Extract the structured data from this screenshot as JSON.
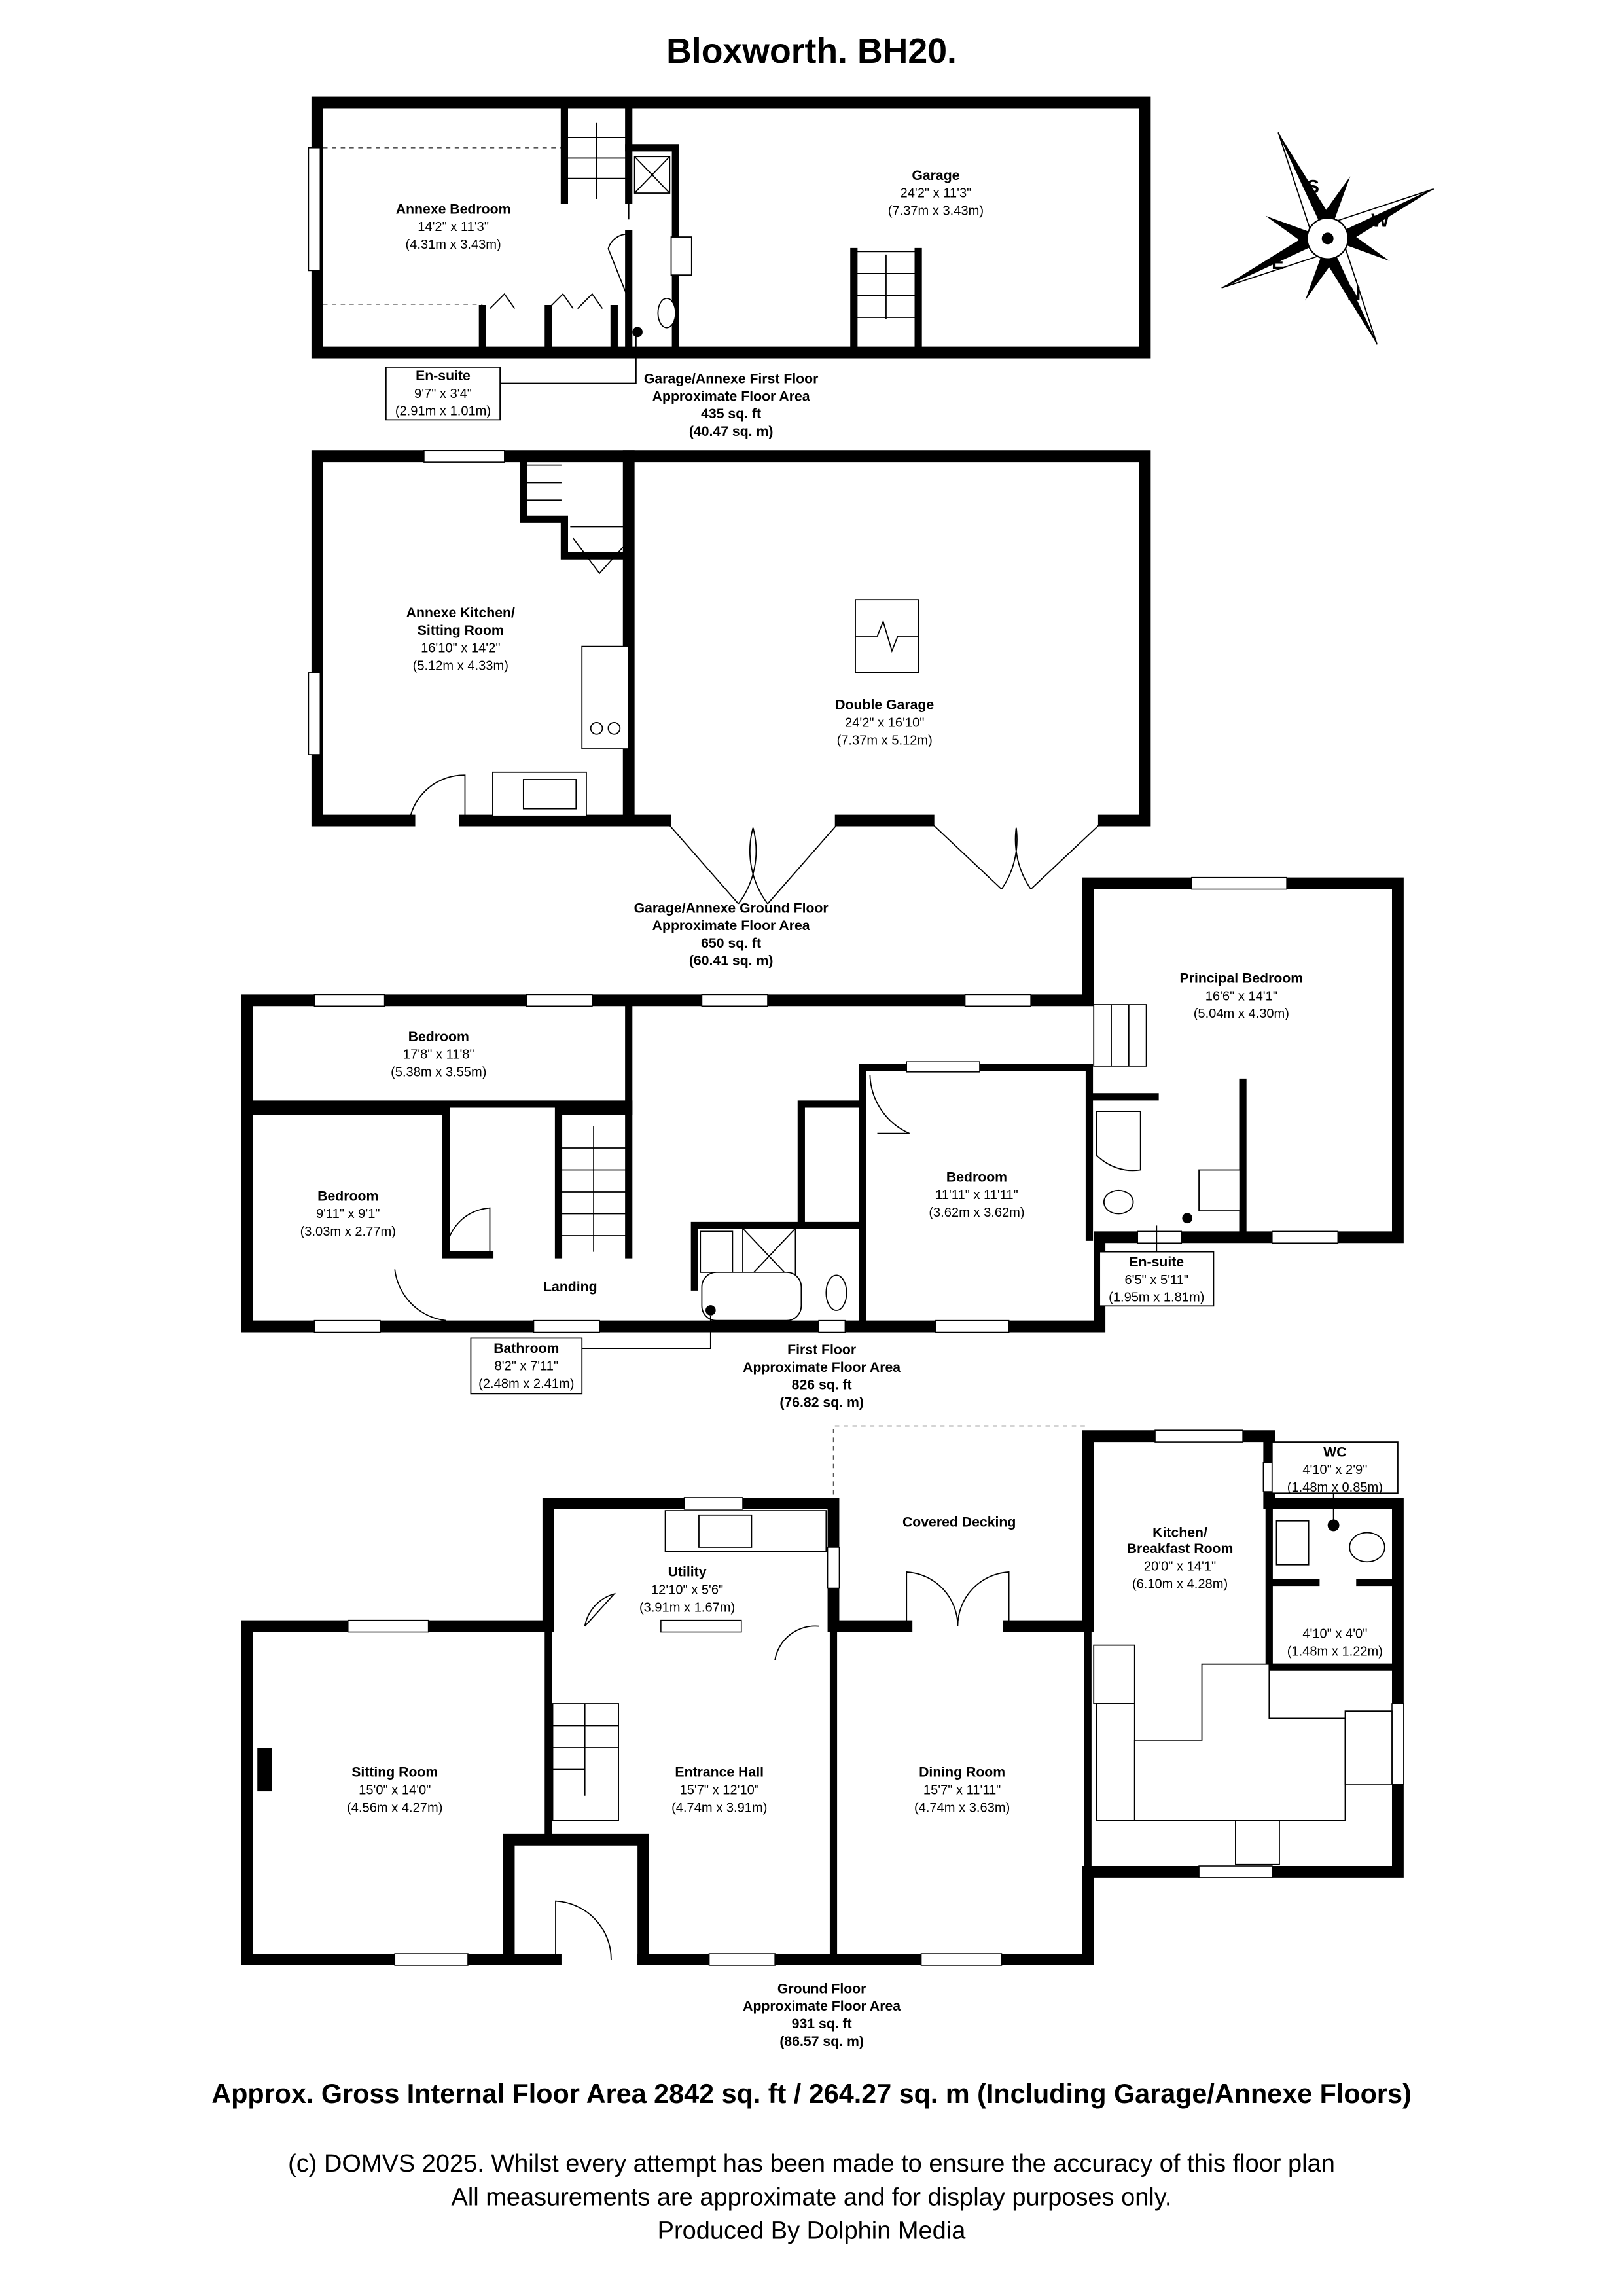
{
  "title": "Bloxworth. BH20.",
  "compass": {
    "north": "N",
    "south": "S",
    "east": "E",
    "west": "W"
  },
  "annexe_first_floor": {
    "label": [
      "Garage/Annexe First Floor",
      "Approximate Floor Area",
      "435 sq. ft",
      "(40.47 sq. m)"
    ],
    "rooms": {
      "annexe_bedroom": {
        "name": "Annexe Bedroom",
        "imperial": "14'2\" x 11'3\"",
        "metric": "(4.31m x 3.43m)"
      },
      "garage": {
        "name": "Garage",
        "imperial": "24'2\" x 11'3\"",
        "metric": "(7.37m x 3.43m)"
      },
      "en_suite": {
        "name": "En-suite",
        "imperial": "9'7\" x 3'4\"",
        "metric": "(2.91m x 1.01m)"
      }
    }
  },
  "annexe_ground_floor": {
    "label": [
      "Garage/Annexe Ground Floor",
      "Approximate Floor Area",
      "650 sq. ft",
      "(60.41 sq. m)"
    ],
    "rooms": {
      "annexe_kitchen": {
        "name1": "Annexe Kitchen/",
        "name2": "Sitting Room",
        "imperial": "16'10\" x 14'2\"",
        "metric": "(5.12m x 4.33m)"
      },
      "double_garage": {
        "name": "Double Garage",
        "imperial": "24'2\" x 16'10\"",
        "metric": "(7.37m x 5.12m)"
      }
    }
  },
  "first_floor": {
    "label": [
      "First Floor",
      "Approximate Floor Area",
      "826 sq. ft",
      "(76.82 sq. m)"
    ],
    "rooms": {
      "principal_bedroom": {
        "name": "Principal Bedroom",
        "imperial": "16'6\" x 14'1\"",
        "metric": "(5.04m x 4.30m)"
      },
      "bedroom_1": {
        "name": "Bedroom",
        "imperial": "17'8\" x 11'8\"",
        "metric": "(5.38m x 3.55m)"
      },
      "bedroom_2": {
        "name": "Bedroom",
        "imperial": "9'11\" x 9'1\"",
        "metric": "(3.03m x 2.77m)"
      },
      "bedroom_3": {
        "name": "Bedroom",
        "imperial": "11'11\" x 11'11\"",
        "metric": "(3.62m x 3.62m)"
      },
      "landing": {
        "name": "Landing"
      },
      "en_suite": {
        "name": "En-suite",
        "imperial": "6'5\" x 5'11\"",
        "metric": "(1.95m x 1.81m)"
      },
      "bathroom": {
        "name": "Bathroom",
        "imperial": "8'2\" x 7'11\"",
        "metric": "(2.48m x 2.41m)"
      }
    }
  },
  "ground_floor": {
    "label": [
      "Ground Floor",
      "Approximate Floor Area",
      "931 sq. ft",
      "(86.57 sq. m)"
    ],
    "rooms": {
      "utility": {
        "name": "Utility",
        "imperial": "12'10\" x 5'6\"",
        "metric": "(3.91m x 1.67m)"
      },
      "covered_decking": {
        "name": "Covered Decking"
      },
      "kitchen": {
        "name1": "Kitchen/",
        "name2": "Breakfast Room",
        "imperial": "20'0\" x 14'1\"",
        "metric": "(6.10m x 4.28m)"
      },
      "wc": {
        "name": "WC",
        "imperial": "4'10\" x 2'9\"",
        "metric": "(1.48m x 0.85m)"
      },
      "lobby": {
        "imperial": "4'10\" x 4'0\"",
        "metric": "(1.48m x 1.22m)"
      },
      "sitting_room": {
        "name": "Sitting Room",
        "imperial": "15'0\" x 14'0\"",
        "metric": "(4.56m x 4.27m)"
      },
      "entrance_hall": {
        "name": "Entrance Hall",
        "imperial": "15'7\" x 12'10\"",
        "metric": "(4.74m x 3.91m)"
      },
      "dining_room": {
        "name": "Dining Room",
        "imperial": "15'7\" x 11'11\"",
        "metric": "(4.74m x 3.63m)"
      }
    }
  },
  "footer": {
    "gross_area": "Approx. Gross Internal Floor Area 2842 sq. ft / 264.27 sq. m (Including Garage/Annexe Floors)",
    "disclaimer": [
      "(c) DOMVS 2025. Whilst every attempt has been made to ensure the accuracy of this floor plan",
      "All measurements are approximate and for display purposes only.",
      "Produced By Dolphin Media"
    ]
  }
}
